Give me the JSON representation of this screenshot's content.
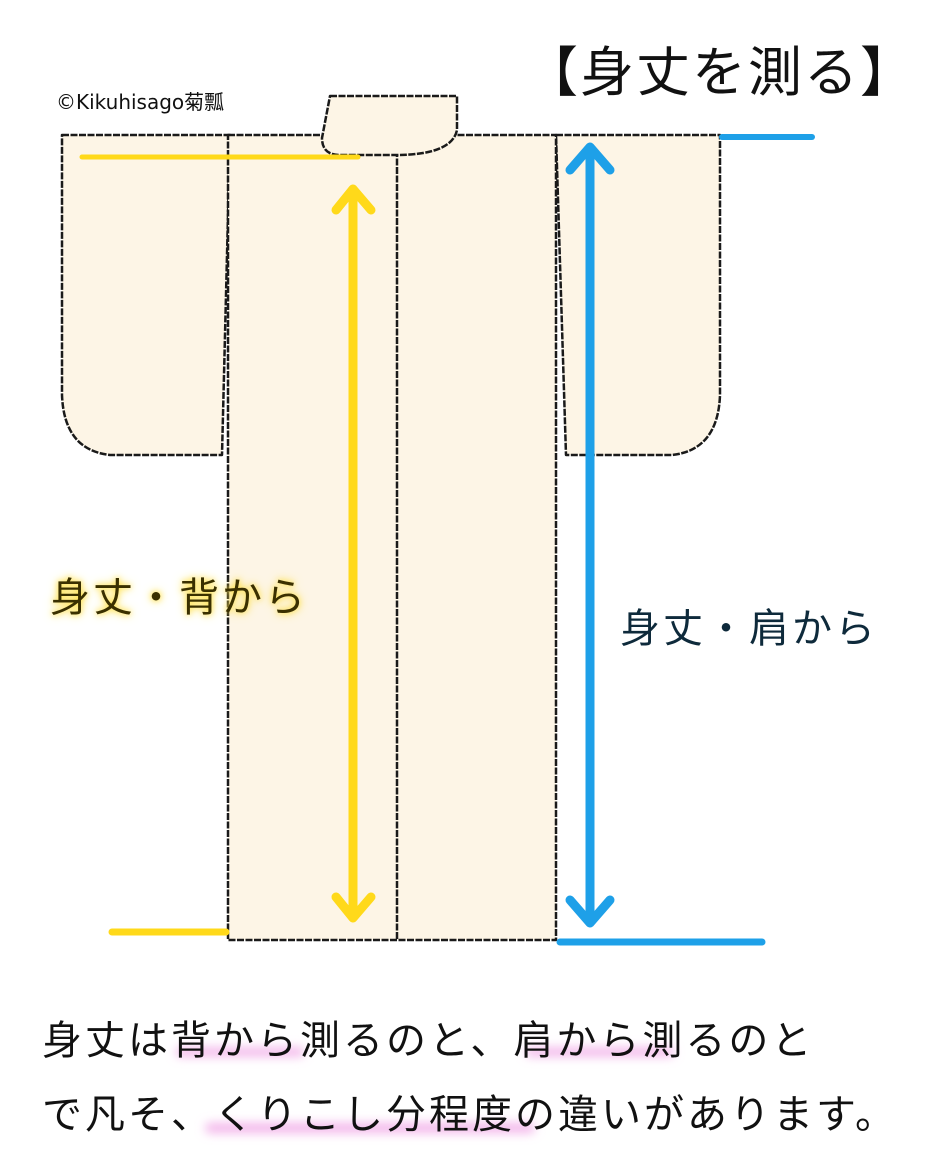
{
  "title": "【身丈を測る】",
  "copyright": "©Kikuhisago菊瓢",
  "labels": {
    "from_back": "身丈・背から",
    "from_shoulder": "身丈・肩から"
  },
  "caption": {
    "line1": "身丈は背から測るのと、肩から測るのと",
    "line2": "で凡そ、くりこし分程度の違いがあります。"
  },
  "colors": {
    "kimono_fill": "#fdf5e6",
    "outline": "#1a1a1a",
    "yellow_arrow": "#ffd91a",
    "blue_arrow": "#1ea0e8",
    "highlight_pink": "#f3b3ea"
  }
}
